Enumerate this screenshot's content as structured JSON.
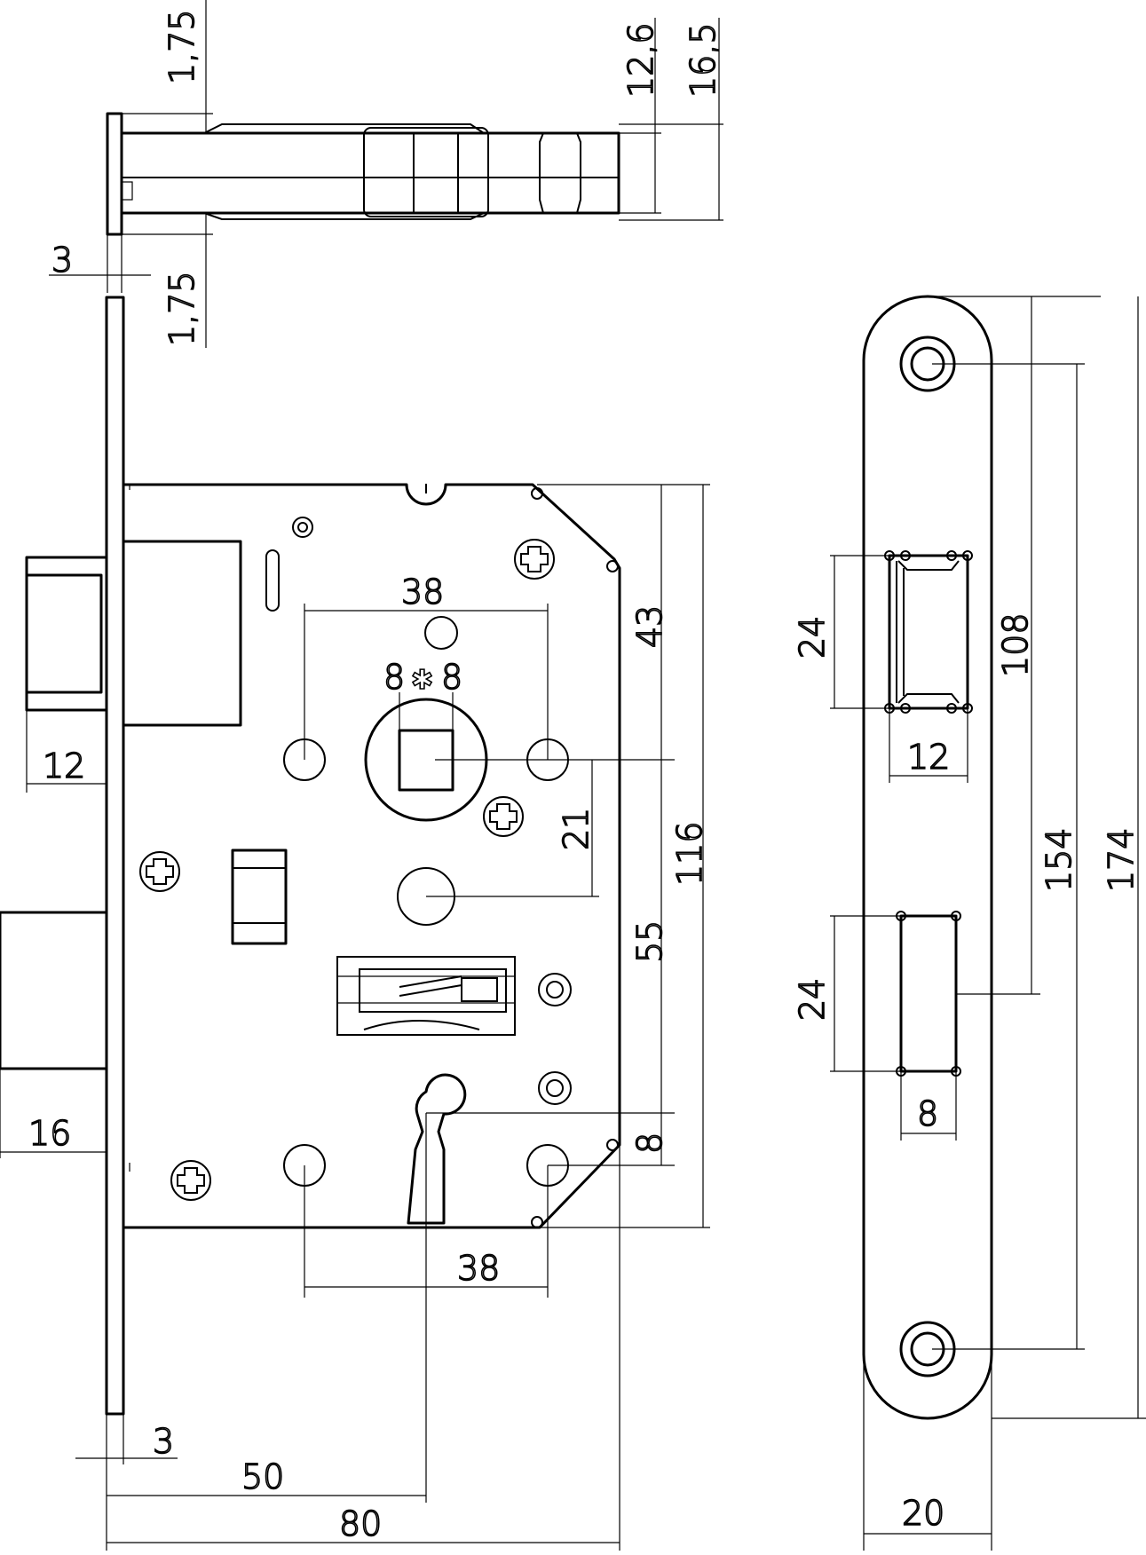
{
  "drawing": {
    "top_view": {
      "dim_top_offset": "1,75",
      "dim_bottom_offset": "1,75",
      "dim_faceplate_thickness": "3",
      "dim_body_height": "12,6",
      "dim_overall_height": "16,5"
    },
    "front_view": {
      "dim_hub_spacing_top": "38",
      "dim_hub_square_left": "8",
      "dim_hub_square_right": "8",
      "dim_hub_square_symbol": "✱",
      "dim_top_to_hub": "43",
      "dim_hub_to_hole": "21",
      "dim_hub_to_key": "55",
      "dim_case_height": "116",
      "dim_key_to_bottom": "8",
      "dim_hole_spacing_bottom": "38",
      "dim_latch_projection": "12",
      "dim_bolt_projection": "16",
      "dim_faceplate_thickness": "3",
      "dim_backset": "50",
      "dim_case_depth": "80"
    },
    "strike_plate": {
      "dim_latch_opening_height": "24",
      "dim_latch_opening_width": "12",
      "dim_bolt_opening_height": "24",
      "dim_bolt_opening_width": "8",
      "dim_hole_to_hole_latch": "108",
      "dim_screw_spacing": "154",
      "dim_plate_length": "174",
      "dim_plate_width": "20"
    }
  }
}
